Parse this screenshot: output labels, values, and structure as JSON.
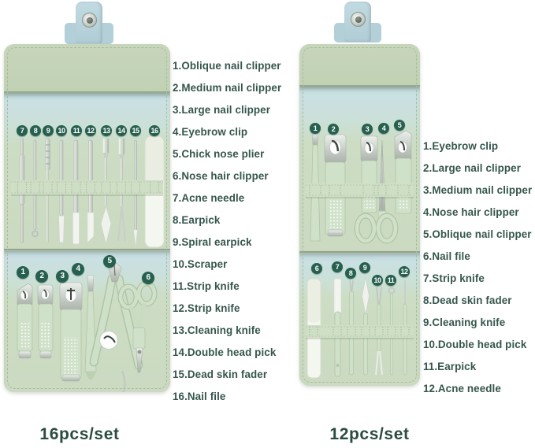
{
  "left_kit": {
    "pcs_label": "16pcs/set",
    "top_badges": [
      "7",
      "8",
      "9",
      "10",
      "11",
      "12",
      "13",
      "14",
      "15",
      "16"
    ],
    "bottom_badges": [
      "1",
      "2",
      "3",
      "4",
      "5",
      "6"
    ],
    "labels": [
      "1.Oblique nail clipper",
      "2.Medium nail clipper",
      "3.Large nail clipper",
      "4.Eyebrow clip",
      "5.Chick nose plier",
      "6.Nose hair clipper",
      "7.Acne needle",
      "8.Earpick",
      "9.Spiral earpick",
      "10.Scraper",
      "11.Strip knife",
      "12.Strip knife",
      "13.Cleaning knife",
      "14.Double head pick",
      "15.Dead skin fader",
      "16.Nail file"
    ]
  },
  "right_kit": {
    "pcs_label": "12pcs/set",
    "top_badges": [
      "1",
      "2",
      "3",
      "4",
      "5"
    ],
    "bottom_badges": [
      "6",
      "7",
      "8",
      "9",
      "10",
      "11",
      "12"
    ],
    "labels": [
      "1.Eyebrow clip",
      "2.Large nail clipper",
      "3.Medium nail clipper",
      "4.Nose hair clipper",
      "5.Oblique nail clipper",
      "6.Nail file",
      "7.Strip knife",
      "8.Dead skin fader",
      "9.Cleaning knife",
      "10.Double head pick",
      "11.Earpick",
      "12.Acne needle"
    ]
  },
  "colors": {
    "case_green": "#c8d7bf",
    "lining_blue": "#cae1e7",
    "strap_blue": "#b9d4dc",
    "badge_green": "#27604f",
    "text_teal": "#35564d",
    "metal": "#c2c9c2",
    "tool_plastic_green": "#d0e1c9",
    "file_white": "#f4f6f0"
  }
}
